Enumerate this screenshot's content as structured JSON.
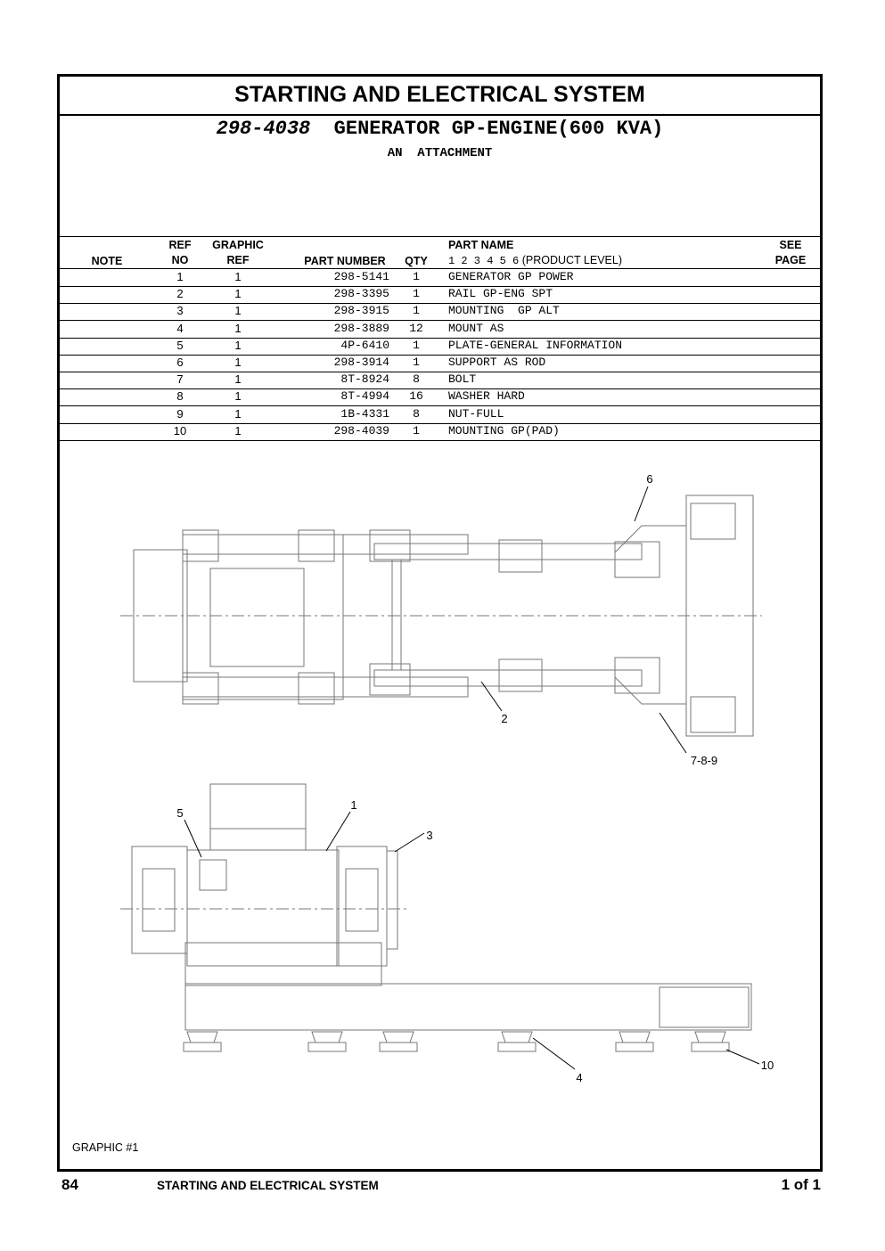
{
  "header": {
    "title": "STARTING AND ELECTRICAL SYSTEM",
    "part_number": "298-4038",
    "part_description": "GENERATOR GP-ENGINE(600 KVA)",
    "attachment": "AN  ATTACHMENT"
  },
  "table": {
    "headers": {
      "note": "NOTE",
      "ref_no_1": "REF",
      "ref_no_2": "NO",
      "graphic_ref_1": "GRAPHIC",
      "graphic_ref_2": "REF",
      "part_number": "PART NUMBER",
      "qty": "QTY",
      "part_name": "PART NAME",
      "product_level": "1 2 3 4 5 6",
      "product_level_label": "(PRODUCT LEVEL)",
      "see_page_1": "SEE",
      "see_page_2": "PAGE"
    },
    "rows": [
      {
        "ref": "1",
        "graphic": "1",
        "part_number": "298-5141",
        "qty": "1",
        "name": "GENERATOR GP POWER"
      },
      {
        "ref": "2",
        "graphic": "1",
        "part_number": "298-3395",
        "qty": "1",
        "name": "RAIL GP-ENG SPT"
      },
      {
        "ref": "3",
        "graphic": "1",
        "part_number": "298-3915",
        "qty": "1",
        "name": "MOUNTING  GP ALT"
      },
      {
        "ref": "4",
        "graphic": "1",
        "part_number": "298-3889",
        "qty": "12",
        "name": "MOUNT AS"
      },
      {
        "ref": "5",
        "graphic": "1",
        "part_number": "4P-6410",
        "qty": "1",
        "name": "PLATE-GENERAL INFORMATION"
      },
      {
        "ref": "6",
        "graphic": "1",
        "part_number": "298-3914",
        "qty": "1",
        "name": "SUPPORT AS ROD"
      },
      {
        "ref": "7",
        "graphic": "1",
        "part_number": "8T-8924",
        "qty": "8",
        "name": "BOLT"
      },
      {
        "ref": "8",
        "graphic": "1",
        "part_number": "8T-4994",
        "qty": "16",
        "name": "WASHER HARD"
      },
      {
        "ref": "9",
        "graphic": "1",
        "part_number": "1B-4331",
        "qty": "8",
        "name": "NUT-FULL"
      },
      {
        "ref": "10",
        "graphic": "1",
        "part_number": "298-4039",
        "qty": "1",
        "name": "MOUNTING GP(PAD)"
      }
    ]
  },
  "graphic": {
    "label": "GRAPHIC #1",
    "callouts": {
      "c6": "6",
      "c2": "2",
      "c789": "7-8-9",
      "c5": "5",
      "c1": "1",
      "c3": "3",
      "c4": "4",
      "c10": "10"
    }
  },
  "footer": {
    "page_number": "84",
    "section_title": "STARTING AND ELECTRICAL SYSTEM",
    "page_of": "1 of 1"
  }
}
